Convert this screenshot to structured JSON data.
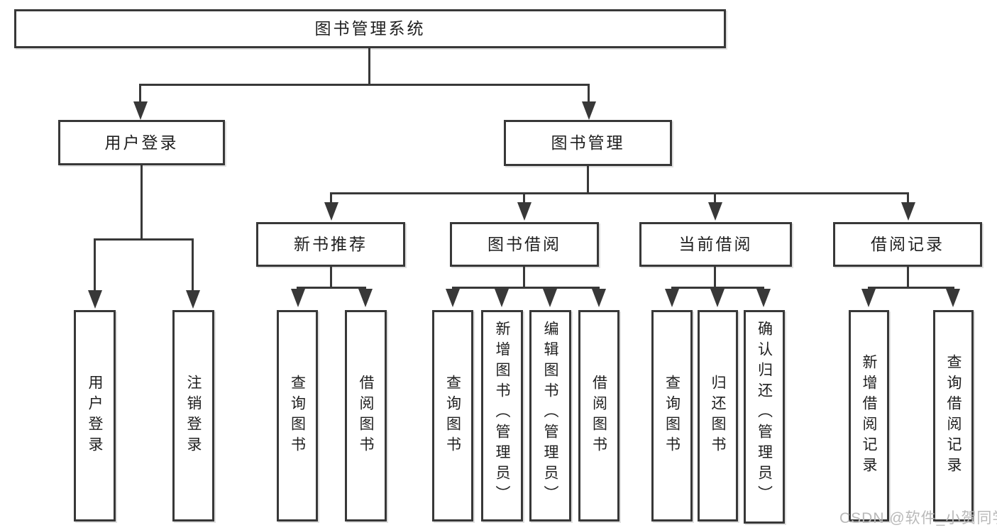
{
  "tree": {
    "root_label": "图书管理系统",
    "children": [
      {
        "label": "用户登录",
        "children": [
          {
            "label": "用户登录"
          },
          {
            "label": "注销登录"
          }
        ]
      },
      {
        "label": "图书管理",
        "children": [
          {
            "label": "新书推荐",
            "children": [
              {
                "label": "查询图书"
              },
              {
                "label": "借阅图书"
              }
            ]
          },
          {
            "label": "图书借阅",
            "children": [
              {
                "label": "查询图书"
              },
              {
                "label": "新增图书（管理员）"
              },
              {
                "label": "编辑图书（管理员）"
              },
              {
                "label": "借阅图书"
              }
            ]
          },
          {
            "label": "当前借阅",
            "children": [
              {
                "label": "查询图书"
              },
              {
                "label": "归还图书"
              },
              {
                "label": "确认归还（管理员）"
              }
            ]
          },
          {
            "label": "借阅记录",
            "children": [
              {
                "label": "新增借阅记录"
              },
              {
                "label": "查询借阅记录"
              }
            ]
          }
        ]
      }
    ]
  },
  "watermark": {
    "text": "CSDN @软件_小贺同学",
    "color": "#b9b9b9"
  },
  "colors": {
    "line": "#383838",
    "text": "#1f1f1f",
    "background": "#ffffff"
  }
}
